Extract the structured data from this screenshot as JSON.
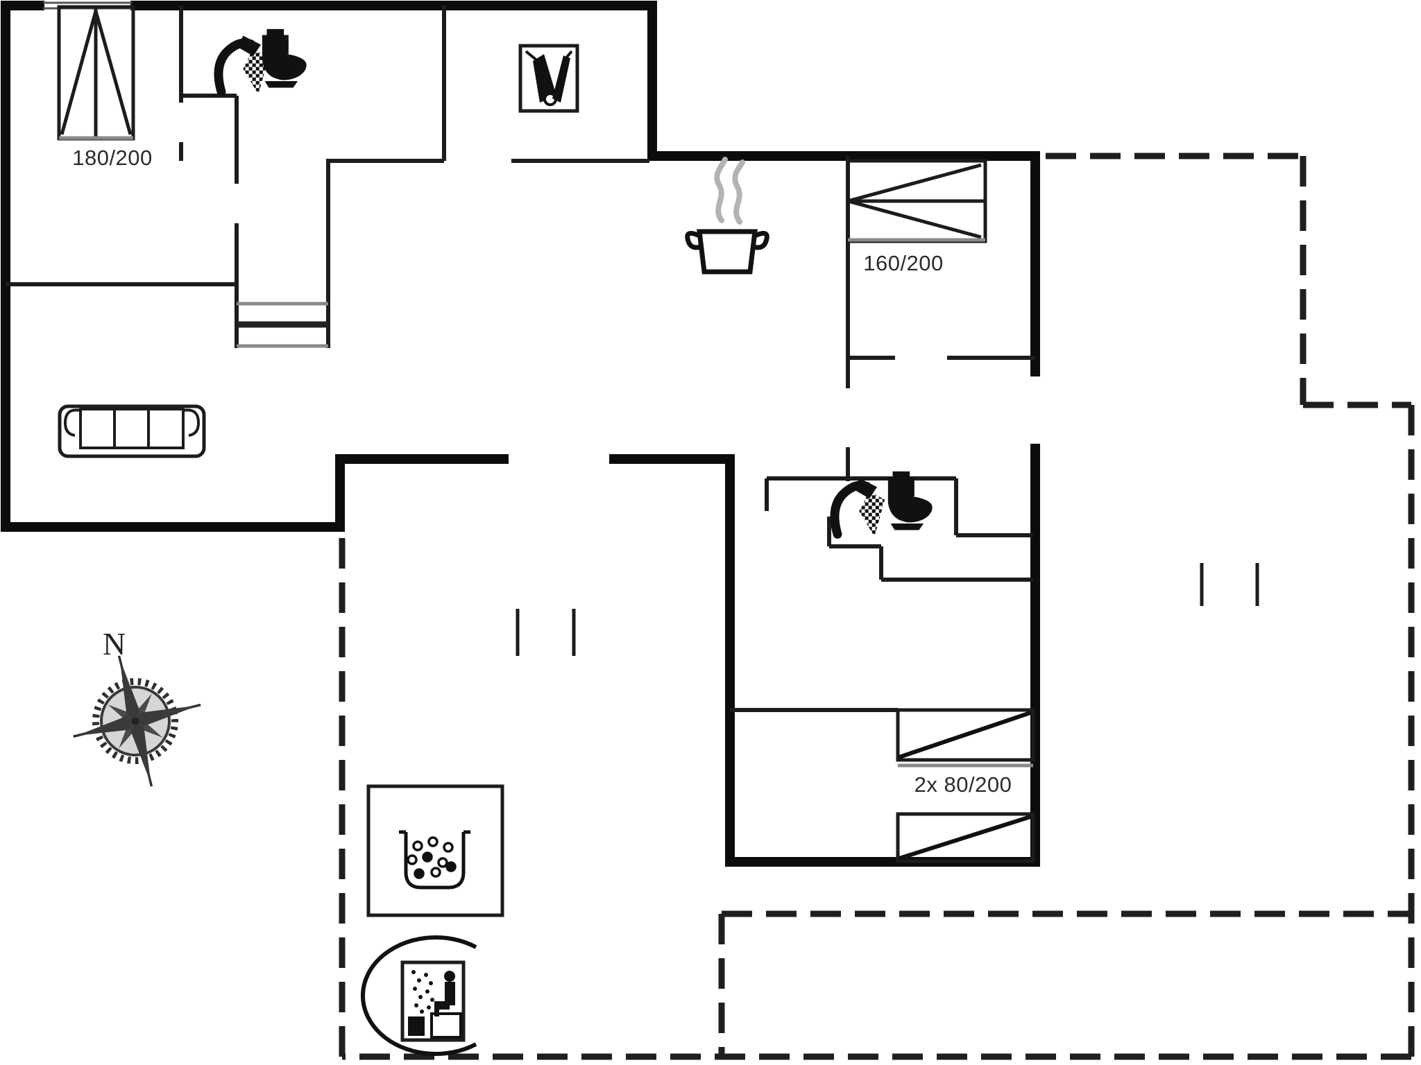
{
  "plan": {
    "type": "floor-plan",
    "bedrooms": [
      {
        "id": "bedroom-1",
        "bed_type": "double-bed",
        "bed_label": "180/200"
      },
      {
        "id": "bedroom-2",
        "bed_type": "double-bed",
        "bed_label": "160/200"
      },
      {
        "id": "bedroom-3",
        "bed_type": "bunk-beds",
        "bed_label": "2x 80/200"
      }
    ],
    "compass": {
      "north_label": "N"
    },
    "icons": [
      "double-bed-icon",
      "shower-icon",
      "toilet-icon",
      "vacuum-storage-icon",
      "cooking-pot-icon",
      "sofa-icon",
      "stairs",
      "bunk-bed-icon",
      "whirlpool-icon",
      "sauna-icon",
      "compass-rose-icon"
    ],
    "colors": {
      "wall": "#0c0c0c",
      "thin_wall": "#1c1c1c",
      "dashed_outline": "#1f1f1f",
      "gray_detail": "#8a8a8a",
      "steam_gray": "#b3b3b3",
      "label_text": "#2b2b2b",
      "background": "#ffffff"
    }
  }
}
